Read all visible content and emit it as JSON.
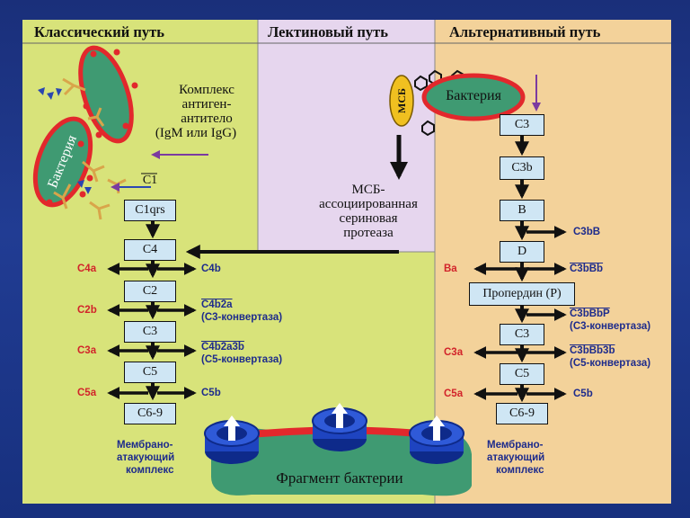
{
  "headers": {
    "classical": "Классический путь",
    "lectin": "Лектиновый путь",
    "alternative": "Альтернативный путь"
  },
  "classical": {
    "complex_label": [
      "Комплекс",
      "антиген-",
      "антитело",
      "(IgM или IgG)"
    ],
    "bacteria": "Бактерия",
    "c1": "C1",
    "boxes": [
      "C1qrs",
      "C4",
      "C2",
      "C3",
      "C5",
      "C6-9"
    ],
    "left_products": [
      "C4a",
      "C2b",
      "C3a",
      "C5a"
    ],
    "right_products": [
      "C4b",
      "C4b2a",
      "(C3-конвертаза)",
      "C4b2a3b",
      "(C5-конвертаза)",
      "C5b"
    ],
    "mac": [
      "Мембрано-",
      "атакующий",
      "комплекс"
    ]
  },
  "lectin": {
    "msb": "МСБ",
    "protease": [
      "МСБ-",
      "ассоциированная",
      "сериновая",
      "протеаза"
    ]
  },
  "alternative": {
    "bacteria": "Бактерия",
    "boxes": [
      "C3",
      "C3b",
      "B",
      "D",
      "Пропердин (P)",
      "C3",
      "C5",
      "C6-9"
    ],
    "right_products": [
      "C3bB",
      "C3bBb",
      "C3bBbP",
      "(C3-конвертаза)",
      "C3bBb3b",
      "(C5-конвертаза)",
      "C5b"
    ],
    "left_products": [
      "Ba",
      "C3a",
      "C5a"
    ],
    "mac": [
      "Мембрано-",
      "атакующий",
      "комплекс"
    ]
  },
  "fragment": "Фрагмент бактерии",
  "colors": {
    "classical_bg": "#d8e37a",
    "lectin_bg": "#e6d6ee",
    "alternative_bg": "#f3d29a",
    "box": "#cfe6f4",
    "product_red": "#d2232a",
    "product_blue": "#1d2b8c",
    "bacteria_fill": "#3f9a72",
    "bacteria_edge": "#e2282c"
  }
}
